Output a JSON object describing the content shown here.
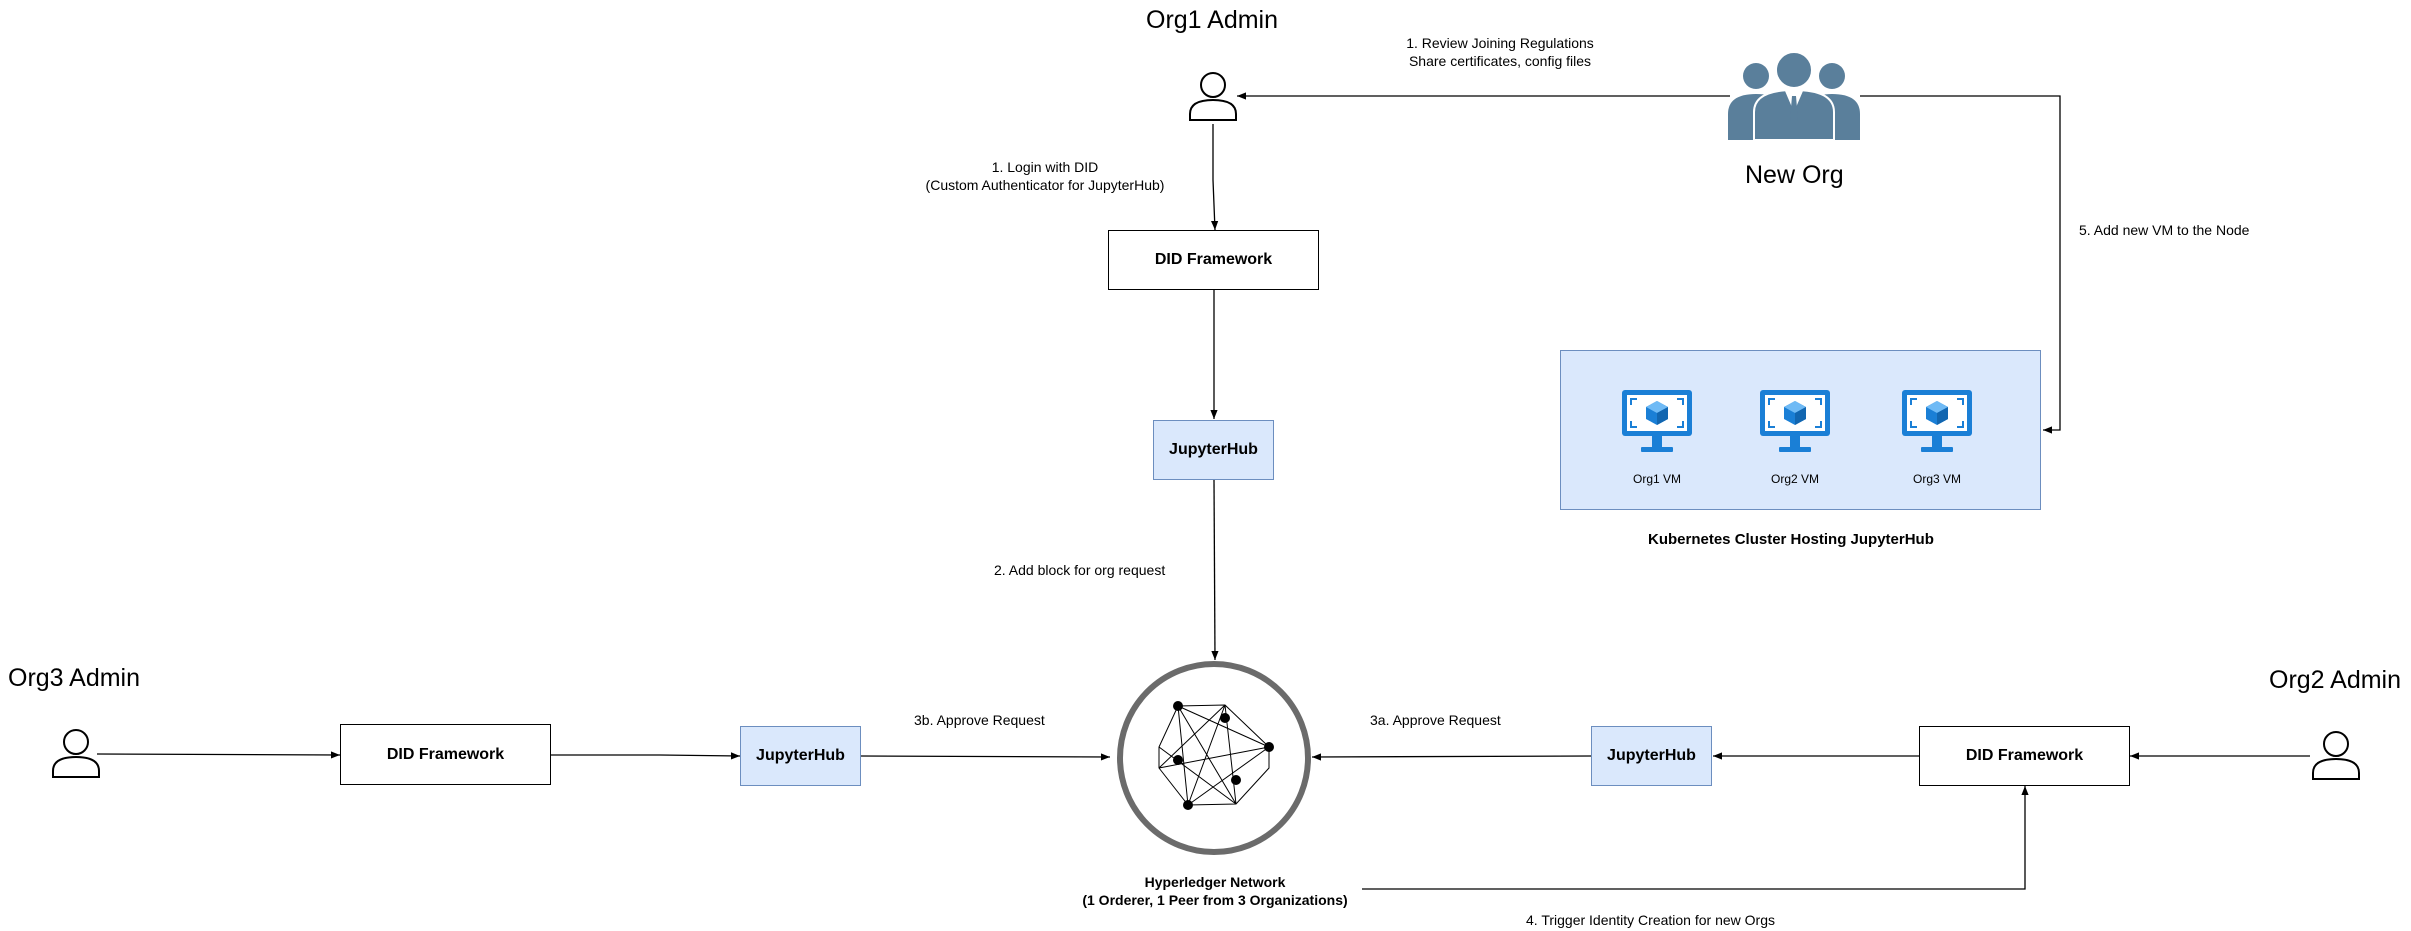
{
  "titles": {
    "org1_admin": "Org1 Admin",
    "org2_admin": "Org2 Admin",
    "org3_admin": "Org3 Admin",
    "new_org": "New Org"
  },
  "nodes": {
    "did_framework_label": "DID Framework",
    "jupyterhub_label": "JupyterHub",
    "cluster_caption": "Kubernetes Cluster Hosting JupyterHub",
    "vms": [
      "Org1 VM",
      "Org2 VM",
      "Org3 VM"
    ],
    "network_line1": "Hyperledger Network",
    "network_line2": "(1 Orderer, 1 Peer from 3 Organizations)"
  },
  "edge_labels": {
    "review_line1": "1. Review Joining Regulations",
    "review_line2": "Share certificates, config files",
    "login_line1": "1. Login with DID",
    "login_line2": "(Custom Authenticator for JupyterHub)",
    "add_vm": "5. Add new VM to the Node",
    "add_block": "2. Add block for org request",
    "approve_3b": "3b. Approve Request",
    "approve_3a": "3a. Approve Request",
    "trigger": "4. Trigger Identity Creation for new Orgs"
  },
  "colors": {
    "blue_fill": "#dae8fc",
    "blue_stroke": "#6c8ebf",
    "org_icon": "#5a7f9b",
    "vm_blue": "#1a7fd6"
  }
}
